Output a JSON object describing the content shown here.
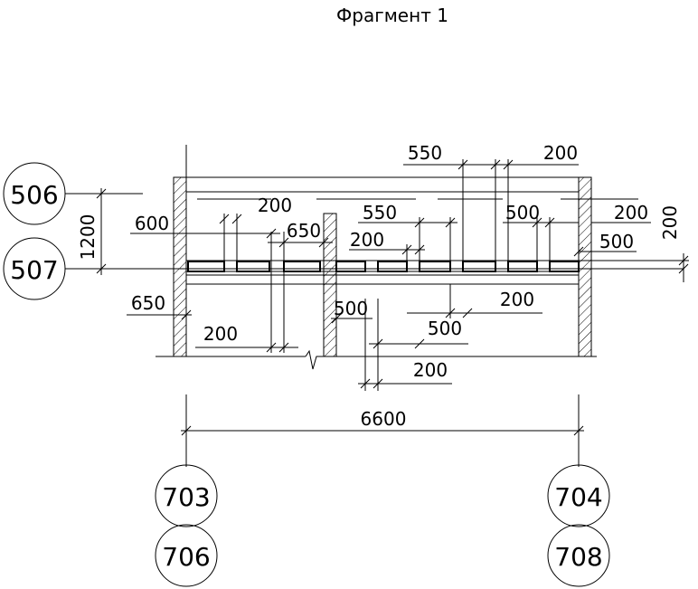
{
  "title": "Фрагмент 1",
  "axes_left": [
    "506",
    "507"
  ],
  "axes_bottom": [
    "703",
    "704",
    "706",
    "708"
  ],
  "dimensions": {
    "overall": "6600",
    "vertical_left": "1200",
    "vertical_right": "200",
    "d_550_top": "550",
    "d_200_top_right": "200",
    "d_200_a": "200",
    "d_600": "600",
    "d_650_a": "650",
    "d_550_mid": "550",
    "d_500_a": "500",
    "d_200_b": "200",
    "d_200_c": "200",
    "d_500_b": "500",
    "d_650_b": "650",
    "d_500_c": "500",
    "d_200_d": "200",
    "d_500_d": "500",
    "d_200_e": "200",
    "d_200_f": "200"
  }
}
